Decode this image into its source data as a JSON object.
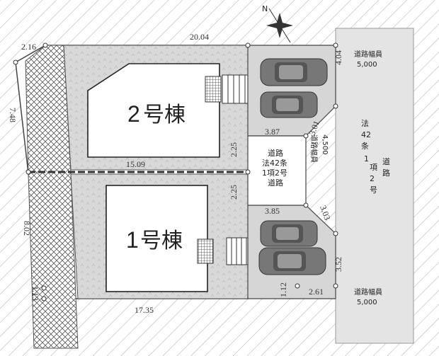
{
  "buildings": {
    "b2": {
      "num": "2",
      "kanji": "号棟"
    },
    "b1": {
      "num": "1",
      "kanji": "号棟"
    }
  },
  "dimensions": {
    "top_left_short": "2.16",
    "top_width": "20.04",
    "left_upper": "7.48",
    "middle_line": "15.09",
    "left_lower": "8.02",
    "left_bottom": "1.13",
    "bottom_width": "17.35",
    "road_right_top": "4.04",
    "parking_top_width": "3.87",
    "chamfer_top": "3.01",
    "access_upper": "2.25",
    "access_lower": "2.25",
    "parking_bottom_width": "3.85",
    "chamfer_bottom": "3.03",
    "road_right_bottom": "3.52",
    "bottom_small": "1.12",
    "bottom_right": "2.61"
  },
  "private_road": {
    "line1": "道路",
    "line2": "法42条",
    "line3": "1項2号",
    "line4": "道路",
    "width_label": "道路幅員",
    "width_value": "4,500"
  },
  "public_road": {
    "chars": [
      "法",
      "42",
      "条",
      "1",
      "項",
      "2",
      "号",
      "道",
      "路"
    ],
    "top_label": "道路幅員",
    "top_value": "5,000",
    "bottom_label": "道路幅員",
    "bottom_value": "5,000"
  },
  "compass": {
    "label": "N"
  }
}
